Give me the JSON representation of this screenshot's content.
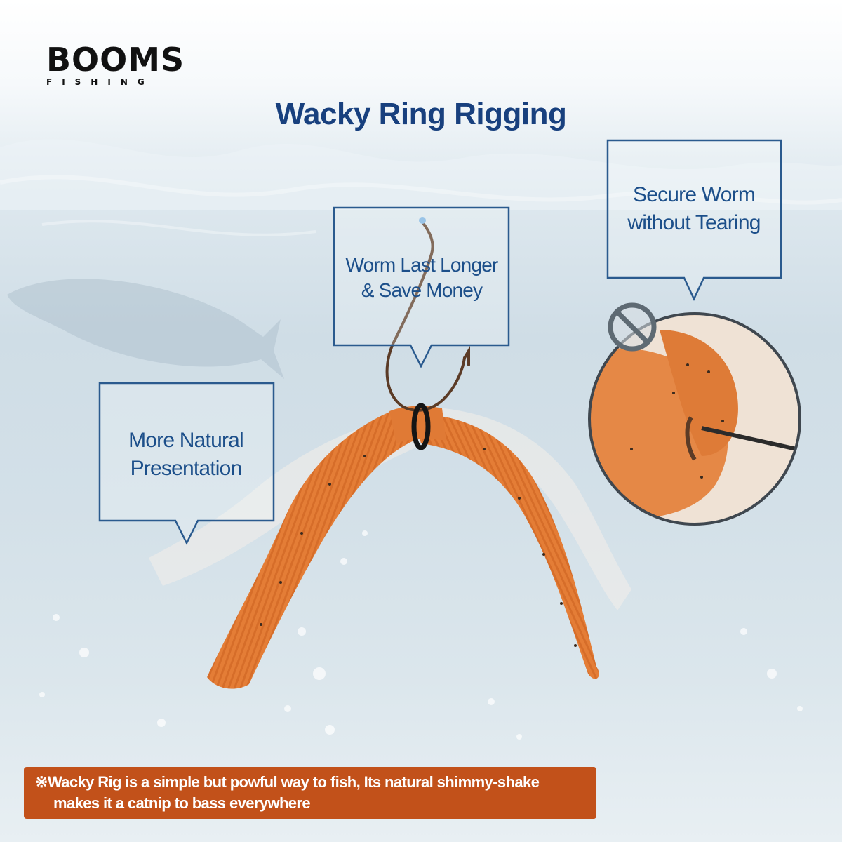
{
  "brand": {
    "name": "BOOMS",
    "sub": "FISHING"
  },
  "title": "Wacky Ring Rigging",
  "callouts": {
    "worm": {
      "line1": "Worm Last Longer",
      "line2": "& Save Money"
    },
    "secure": {
      "line1": "Secure Worm",
      "line2": "without Tearing"
    },
    "natural": {
      "line1": "More Natural",
      "line2": "Presentation"
    }
  },
  "banner": {
    "line1": "※Wacky Rig is a simple but powful way to fish, Its natural shimmy-shake",
    "line2": "makes it a catnip to bass everywhere"
  },
  "colors": {
    "title": "#18407e",
    "callout_text": "#1c4f8a",
    "callout_border": "#2a5a8e",
    "worm": "#e07a35",
    "banner_bg": "#c2511a"
  },
  "icons": {
    "no_symbol": "no-entry-icon",
    "hook": "hook-icon",
    "ring": "o-ring-icon"
  }
}
